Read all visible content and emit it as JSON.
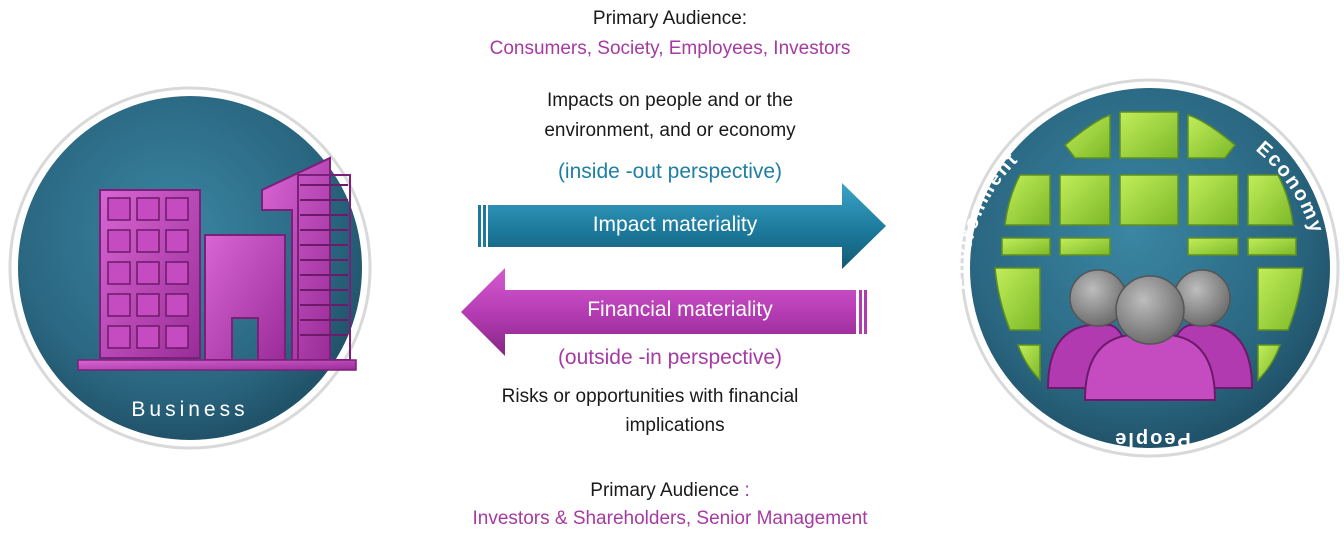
{
  "top_audience": {
    "label": "Primary Audience:",
    "groups": "Consumers, Society, Employees, Investors"
  },
  "impact": {
    "description_line1": "Impacts on people and or the",
    "description_line2": "environment, and or economy",
    "perspective": "(inside  -out perspective)",
    "arrow_label": "Impact materiality"
  },
  "financial": {
    "arrow_label": "Financial materiality",
    "perspective": "(outside  -in perspective)",
    "description_line1": "Risks or opportunities with financial",
    "description_line2": "implications"
  },
  "bottom_audience": {
    "label": "Primary Audience",
    "colon": " :",
    "groups": "Investors & Shareholders, Senior Management"
  },
  "left_circle": {
    "label": "Business",
    "icon": "buildings-icon"
  },
  "right_circle": {
    "label_top": "Environment",
    "label_right": "Economy",
    "label_bottom": "People",
    "icon": "globe-with-people-icon"
  },
  "colors": {
    "circle": "#2c6a84",
    "magenta": "#b23ab0",
    "teal_arrow": "#1d7a9c",
    "globe_green": "#9ad436",
    "person_grey": "#8a8a8a"
  }
}
